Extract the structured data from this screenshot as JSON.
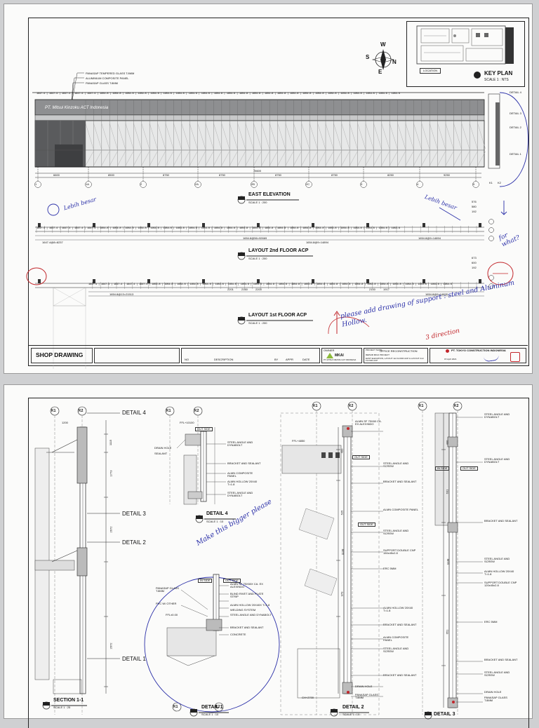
{
  "sheet1": {
    "compass": {
      "n": "N",
      "s": "S",
      "e": "E",
      "w": "W"
    },
    "key_plan": {
      "title": "KEY PLAN",
      "scale": "SCALE 1 : NTS",
      "location_tag": "LOCATION"
    },
    "callouts": [
      "PANASAP TEMPERED GLASS T.8MM",
      "ALUMINIUM COMPOSITE PANEL",
      "PANASAP GLASS T.8MM"
    ],
    "facade_sign": "PT. Mitsui Kinzoku ACT Indonesia",
    "panel_dims_top": "1647.4 | 1647.4 | 1647.4 | 1647.4 | 1647.4 | 1654.8 | 1654.8 | 1654.8 | 1654.8 | 1654.8 | 1654.8 | 1654.8 | 1654.8 | 1654.8 | 1654.8 | 1654.8 | 1654.8 | 1654.8 | 1654.8 | 1654.8 | 1654.8 | 1654.8 | 1654.8 | 1654.8 | 1654.8 | 1654.8 | 1654.8 | 1654.8 | 1654.8",
    "bay_dims": [
      "6600",
      "8500",
      "8750",
      "8750",
      "8750",
      "8750",
      "8250",
      "9250"
    ],
    "total_dim": "78600",
    "grid_labels": [
      "1",
      "1A",
      "2",
      "2A",
      "2B",
      "2C",
      "3",
      "4",
      "5"
    ],
    "detail_tags": [
      "DETAIL 4",
      "DETAIL 3",
      "DETAIL 2",
      "DETAIL 1"
    ],
    "side_grids": [
      "K1",
      "K2"
    ],
    "east_elevation": {
      "title": "EAST ELEVATION",
      "scale": "SCALE 1 : 200"
    },
    "layout_2nd": {
      "title": "LAYOUT 2nd FLOOR ACP",
      "scale": "SCALE 1 : 200",
      "dims_a": "1647.4@8=8237",
      "dims_b": "1654.8@56=92669",
      "dims_c": "1654.8@9=14894",
      "dims_d": "1654.8@9=14894"
    },
    "layout_1st": {
      "title": "LAYOUT 1st FLOOR ACP",
      "scale": "SCALE 1 : 200",
      "dims_a": "1654.8@13=21513",
      "dims_b": "1654.8@9=14895",
      "gap_dims": [
        "2201",
        "2160",
        "2200",
        "2100",
        "1917"
      ]
    },
    "side_dims": [
      "576",
      "580",
      "192",
      "673",
      "600",
      "192"
    ],
    "title_block": {
      "heading": "SHOP DRAWING",
      "rev_cols": [
        "NO",
        "DESCRIPTION",
        "BY",
        "APPR",
        "DATE"
      ],
      "client_label": "OWNER",
      "client": "MKAI",
      "client_full": "PT. MITSUI KINZOKU ACT INDONESIA",
      "project_label": "PROJECT NAME",
      "project": "OFFICE RECONSTRUCTION",
      "subproject": "REPAIR MKAI PROJECT",
      "drawing_title": "EAST ELEVATION, LAYOUT 1st FLOOR ACP & LAYOUT 2nd FLOOR ACP",
      "contractor": "PT. TOKYO CONSTRUCTION INDONESIA",
      "date": "15 April 2021"
    },
    "notes": [
      {
        "text": "Lebih besar",
        "color": "blue"
      },
      {
        "text": "Lebih besar",
        "color": "blue"
      },
      {
        "text": "for what?",
        "color": "blue"
      },
      {
        "text": "please add drawing of support : steel and Aluminum Hollow.",
        "color": "blue"
      },
      {
        "text": "3 direction",
        "color": "red"
      }
    ]
  },
  "sheet2": {
    "grids": [
      "K1",
      "K2"
    ],
    "section": {
      "title": "SECTION 1-1",
      "scale": "SCALE 1 : 25",
      "details": [
        "DETAIL 4",
        "DETAIL 3",
        "DETAIL 2",
        "DETAIL 1"
      ],
      "dims": [
        "1200",
        "1115",
        "1773",
        "2672",
        "2672"
      ]
    },
    "detail4": {
      "title": "DETAIL 4",
      "scale": "SCALE 1 : 10",
      "level": "FFL+10100",
      "labels": [
        "STEEL ANGLE AND DYNABOLT",
        "BRACKET AND SEALANT",
        "ALMN COMPOSITE PANEL",
        "ALMN HOLLOW 20X40 T=1.8",
        "STEEL ANGLE AND DYNABOLT"
      ],
      "left_labels": [
        "DRAIN HOLE",
        "SEALANT"
      ]
    },
    "detail1": {
      "title": "DETAIL 1",
      "scale": "SCALE 1 : 10",
      "level": "FFL±0.00",
      "labels": [
        "ALMN SF 75X60X CA. EX ALEXINDO",
        "BLIND RIVET AND PLATE STRIP",
        "ALMN HOLLOW 20X40X T=1.8",
        "WELDING SYSTEM",
        "STEEL ANGLE AND DYNABOLT",
        "BRACKET AND SEALANT",
        "CONCRETE"
      ],
      "left_labels": [
        "PANASAP GLASS T.8MM",
        "PVC W/ OTHER"
      ]
    },
    "detail2": {
      "title": "DETAIL 2",
      "scale": "SCALE 1 : 10",
      "level": "FFL+4850",
      "bottom_level": "CH+2700",
      "labels": [
        "ALMN SF 75X60 CA. EX ALEXINDO",
        "STEEL ANGLE AND SCREW",
        "BRACKET AND SEALANT",
        "ALMN COMPOSITE PANEL",
        "STEEL ANGLE AND SCREW",
        "SUPPORT DOUBLE CNP 150x45x2.8",
        "ERC 5MM",
        "ALMN HOLLOW 20X40 T=1.8",
        "BRACKET AND SEALANT",
        "ALMN COMPOSITE PANEL",
        "STEEL ANGLE AND SCREW",
        "BRACKET AND SEALANT",
        "DRAIN HOLE",
        "PANASAP GLASS T.8MM"
      ],
      "dims": [
        "400",
        "525",
        "1138",
        "970"
      ]
    },
    "detail3": {
      "title": "DETAIL 3",
      "scale": "",
      "labels": [
        "STEEL ANGLE AND DYNABOLT",
        "STEEL ANGLE AND DYNABOLT",
        "BRACKET AND SEALANT",
        "STEEL ANGLE AND SCREW",
        "ALMN HOLLOW 20X40 T=1.8",
        "SUPPORT DOUBLE CNP 120x45x2.8",
        "ERC 5MM",
        "BRACKET AND SEALANT",
        "STEEL ANGLE AND SCREW",
        "DRAIN HOLE",
        "PANASAP GLASS T.8MM"
      ],
      "dims": [
        "430",
        "631",
        "1138",
        "651"
      ]
    },
    "tags": {
      "out": "OUT SIDE",
      "in": "IN SIDE"
    },
    "note": {
      "text": "Make this bigger please",
      "color": "blue"
    }
  }
}
